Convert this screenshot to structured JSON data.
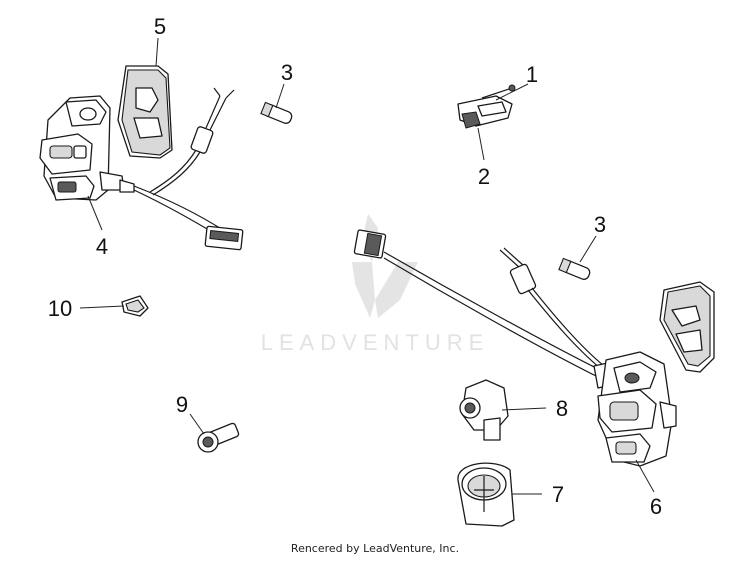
{
  "watermark": "LEADVENTURE",
  "credit": "Rencered by LeadVenture, Inc.",
  "callouts": [
    {
      "id": "callout-1",
      "label": "1"
    },
    {
      "id": "callout-2",
      "label": "2"
    },
    {
      "id": "callout-3a",
      "label": "3"
    },
    {
      "id": "callout-3b",
      "label": "3"
    },
    {
      "id": "callout-4",
      "label": "4"
    },
    {
      "id": "callout-5",
      "label": "5"
    },
    {
      "id": "callout-6",
      "label": "6"
    },
    {
      "id": "callout-7",
      "label": "7"
    },
    {
      "id": "callout-8",
      "label": "8"
    },
    {
      "id": "callout-9",
      "label": "9"
    },
    {
      "id": "callout-10",
      "label": "10"
    }
  ]
}
